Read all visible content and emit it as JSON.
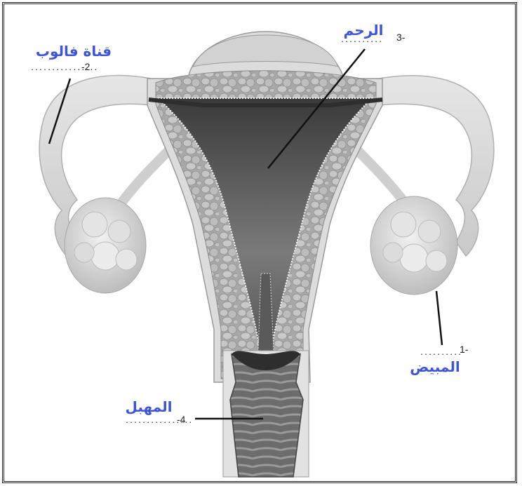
{
  "labels": [
    {
      "number": "1-",
      "dots": "..........",
      "text": "المبيض"
    },
    {
      "number": "-2",
      "dots": "................",
      "text": "قناة فالوب"
    },
    {
      "number": "3-",
      "dots": "..........",
      "text": "الرحم"
    },
    {
      "number": "-4",
      "dots": "................",
      "text": "المهبل"
    }
  ],
  "colors": {
    "label_text": "#3f55d8",
    "organ_light": "#d9d9d9",
    "organ_mid": "#a9a9a9",
    "cavity_dark": "#4a4a4a"
  }
}
